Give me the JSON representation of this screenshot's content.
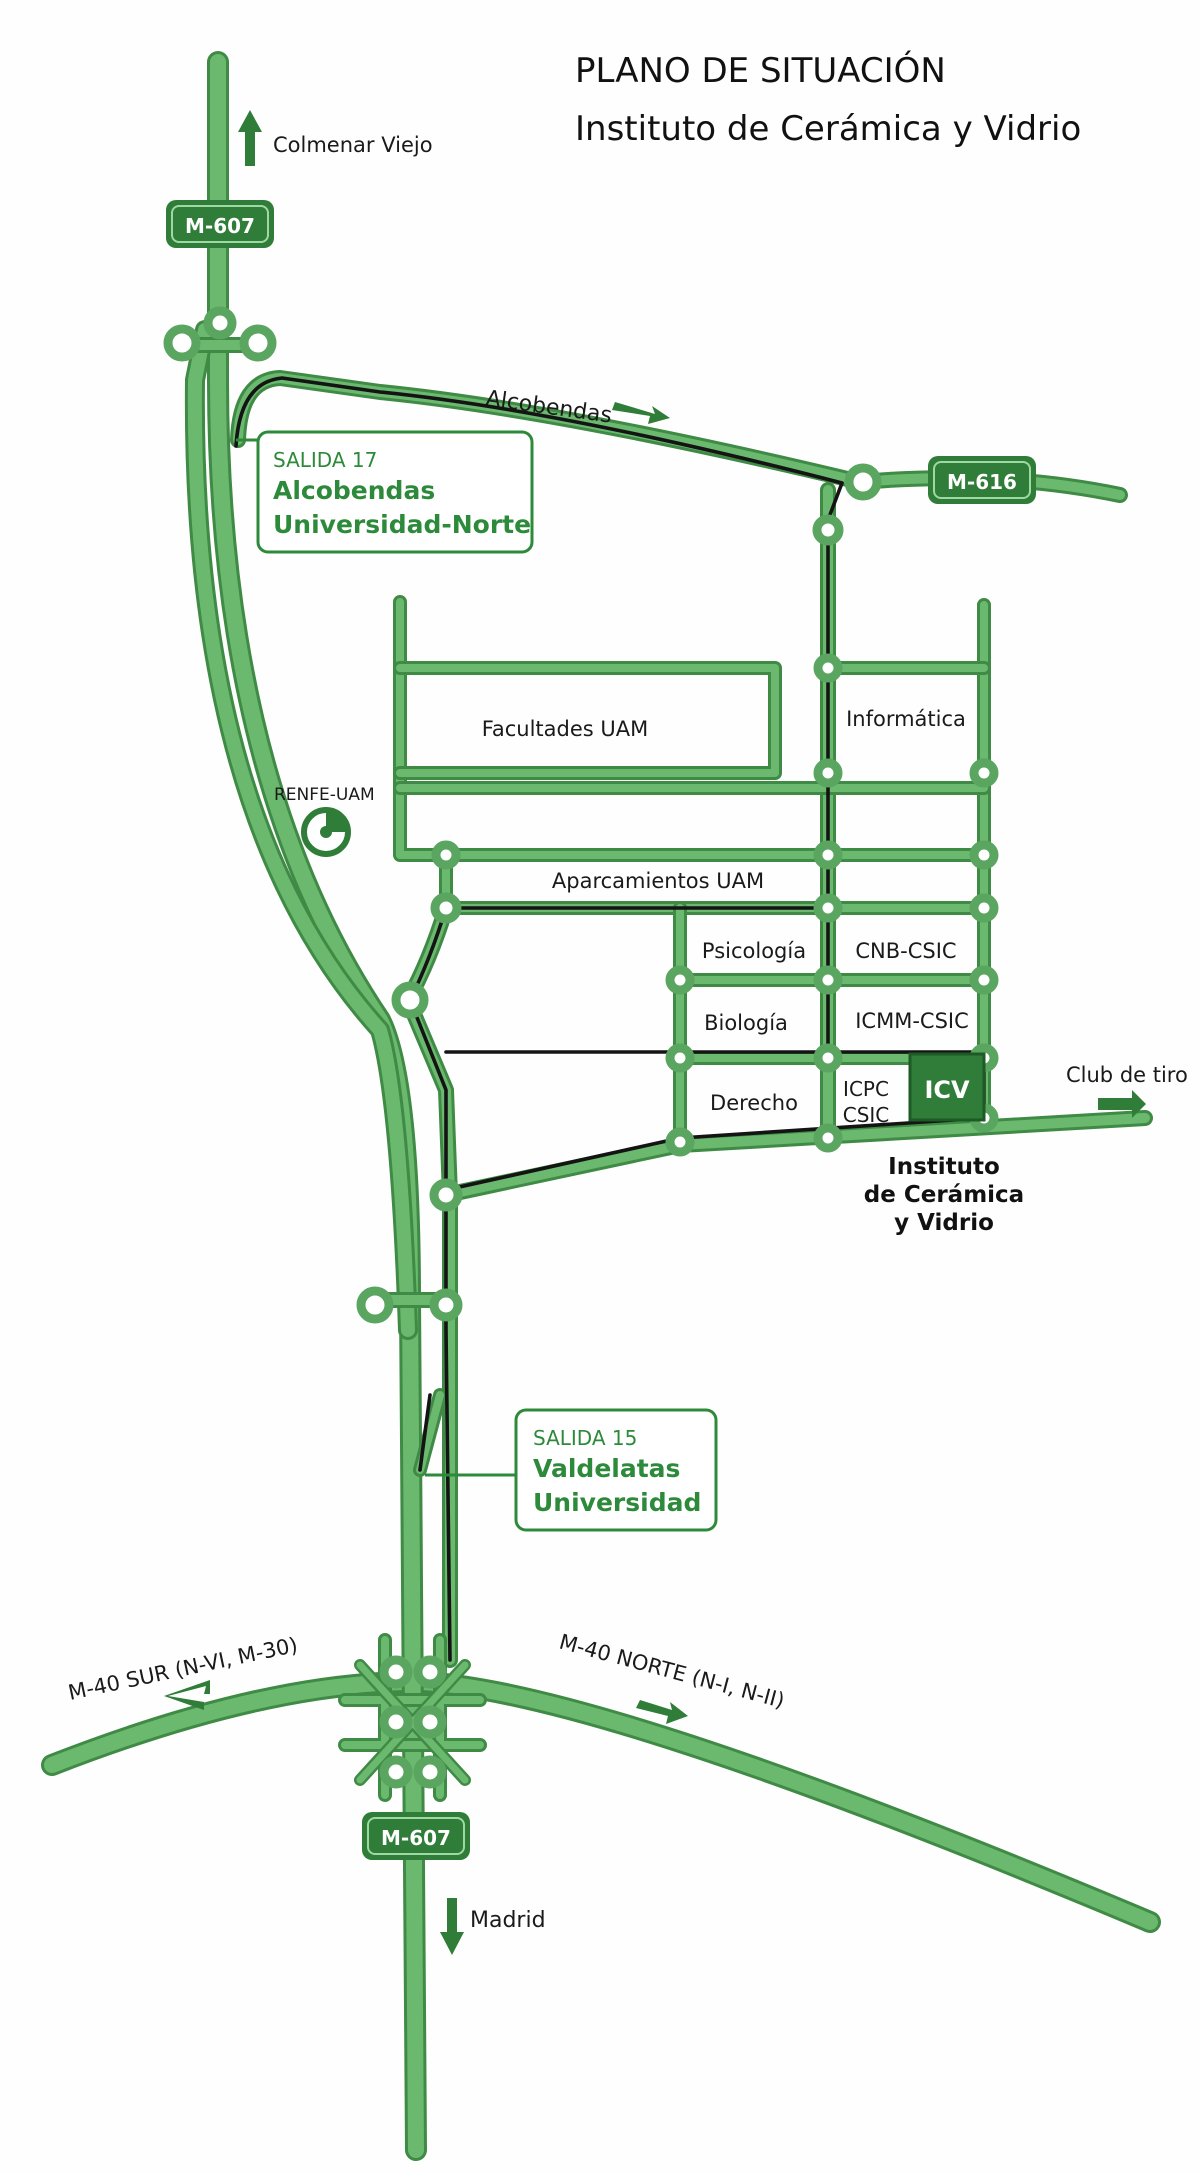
{
  "title": {
    "line1": "PLANO DE SITUACIÓN",
    "line2": "Instituto de Cerámica y Vidrio"
  },
  "directions": {
    "north": "Colmenar Viejo",
    "alcobendas": "Alcobendas",
    "club_de_tiro": "Club de tiro",
    "madrid": "Madrid",
    "m40_sur": "M-40 SUR (N-VI, M-30)",
    "m40_norte": "M-40 NORTE (N-I, N-II)"
  },
  "shields": {
    "m607_top": "M-607",
    "m616": "M-616",
    "m607_bottom": "M-607"
  },
  "exits": {
    "salida17": {
      "label": "SALIDA 17",
      "line1": "Alcobendas",
      "line2": "Universidad-Norte"
    },
    "salida15": {
      "label": "SALIDA 15",
      "line1": "Valdelatas",
      "line2": "Universidad"
    }
  },
  "places": {
    "facultades": "Facultades UAM",
    "informatica": "Informática",
    "renfe": "RENFE-UAM",
    "aparcamientos": "Aparcamientos UAM",
    "psicologia": "Psicología",
    "cnb": "CNB-CSIC",
    "biologia": "Biología",
    "icmm": "ICMM-CSIC",
    "derecho": "Derecho",
    "icpc_line1": "ICPC",
    "icpc_line2": "CSIC",
    "icv": "ICV"
  },
  "destination": {
    "line1": "Instituto",
    "line2": "de Cerámica",
    "line3": "y Vidrio"
  },
  "colors": {
    "road_fill": "#6ab96e",
    "road_edge": "#3f8a45",
    "route": "#141414",
    "shield": "#2f7d38",
    "label_green": "#2d8a3a"
  }
}
